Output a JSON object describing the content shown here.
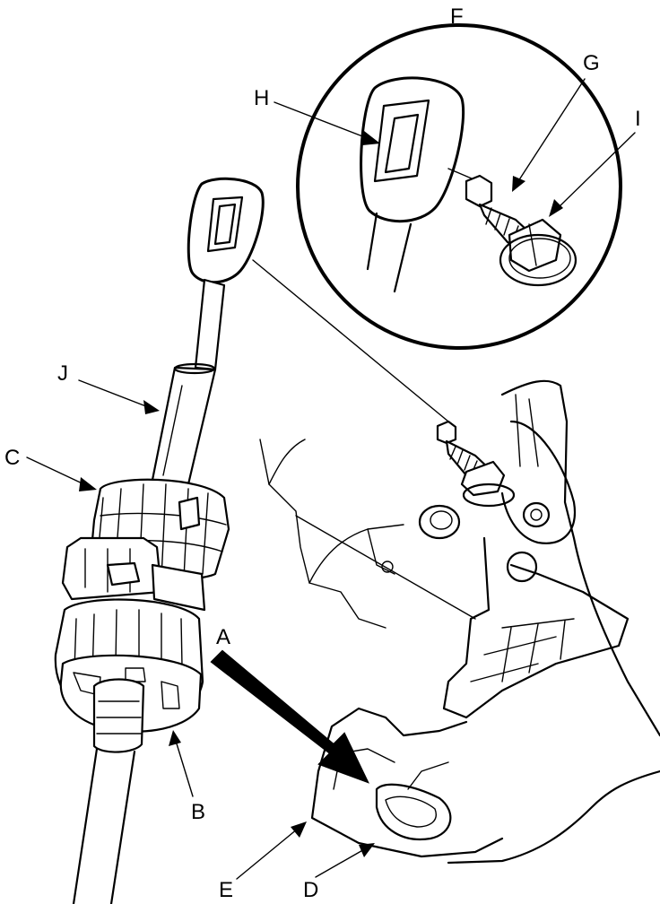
{
  "labels": {
    "A": "A",
    "B": "B",
    "C": "C",
    "D": "D",
    "E": "E",
    "F": "F",
    "G": "G",
    "H": "H",
    "I": "I",
    "J": "J"
  },
  "colors": {
    "line": "#000000",
    "background": "#ffffff"
  }
}
